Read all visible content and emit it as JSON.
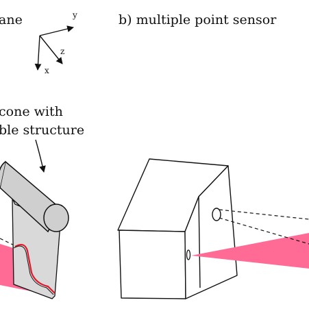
{
  "labels": {
    "left_title_fragment": "ane",
    "right_title": "b) multiple point sensor",
    "annotation_line1": "cone with",
    "annotation_line2": "ble structure"
  },
  "axes": {
    "x": "x",
    "y": "y",
    "z": "z"
  },
  "colors": {
    "ink": "#111111",
    "beam_fill": "#ff6b95",
    "cone_fill": "#cfcfcf",
    "surface_fill": "#d9d9d9",
    "red_line": "#e0192b"
  }
}
